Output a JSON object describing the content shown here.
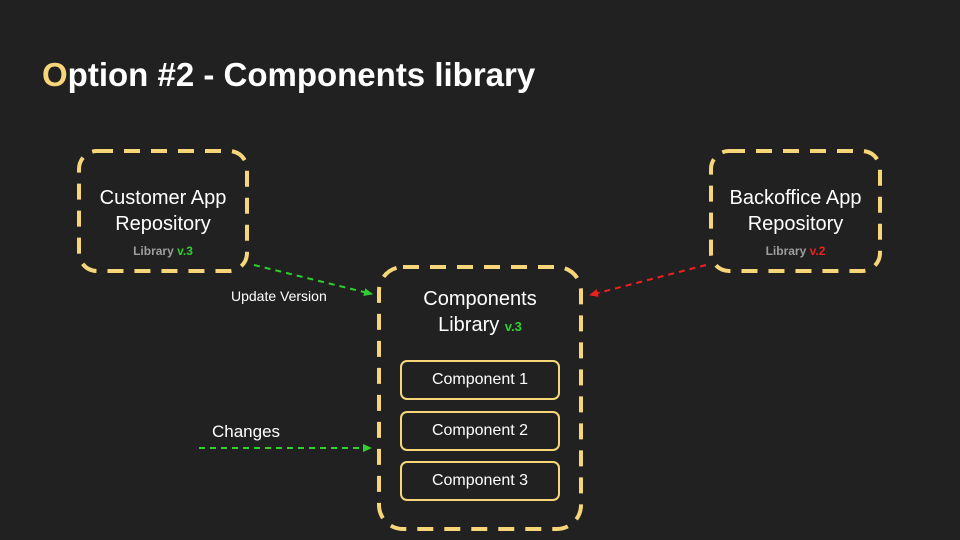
{
  "title": {
    "first_letter": "O",
    "rest": "ption #2 - Components library"
  },
  "customer_box": {
    "line1": "Customer App",
    "line2": "Repository",
    "lib_label": "Library",
    "lib_version": "v.3"
  },
  "backoffice_box": {
    "line1": "Backoffice App",
    "line2": "Repository",
    "lib_label": "Library",
    "lib_version": "v.2"
  },
  "components_box": {
    "line1": "Components",
    "line2": "Library",
    "version": "v.3",
    "components": [
      "Component 1",
      "Component 2",
      "Component 3"
    ]
  },
  "edges": {
    "update_version": "Update Version",
    "changes": "Changes"
  },
  "colors": {
    "background": "#212121",
    "accent_yellow": "#f7d579",
    "green": "#2fd02f",
    "red": "#ef2020",
    "muted": "#9e9e9e"
  }
}
